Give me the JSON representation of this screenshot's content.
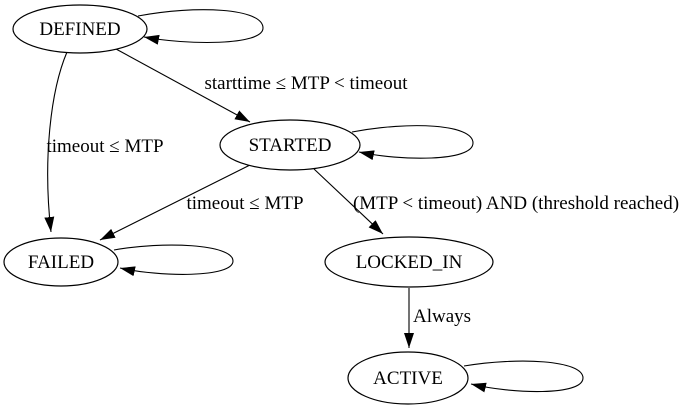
{
  "diagram": {
    "type": "state-machine",
    "background": "#ffffff",
    "node_fill": "#ffffff",
    "line_color": "#000000",
    "text_color": "#000000",
    "nodes": [
      {
        "id": "defined",
        "label": "DEFINED",
        "self_loop": true
      },
      {
        "id": "started",
        "label": "STARTED",
        "self_loop": true
      },
      {
        "id": "failed",
        "label": "FAILED",
        "self_loop": true
      },
      {
        "id": "locked_in",
        "label": "LOCKED_IN",
        "self_loop": false
      },
      {
        "id": "active",
        "label": "ACTIVE",
        "self_loop": true
      }
    ],
    "edges": [
      {
        "from": "DEFINED",
        "to": "STARTED",
        "label": "starttime ≤ MTP < timeout"
      },
      {
        "from": "DEFINED",
        "to": "FAILED",
        "label": "timeout ≤ MTP"
      },
      {
        "from": "STARTED",
        "to": "FAILED",
        "label": "timeout ≤ MTP"
      },
      {
        "from": "STARTED",
        "to": "LOCKED_IN",
        "label": "(MTP < timeout) AND (threshold reached)"
      },
      {
        "from": "LOCKED_IN",
        "to": "ACTIVE",
        "label": "Always"
      }
    ]
  }
}
